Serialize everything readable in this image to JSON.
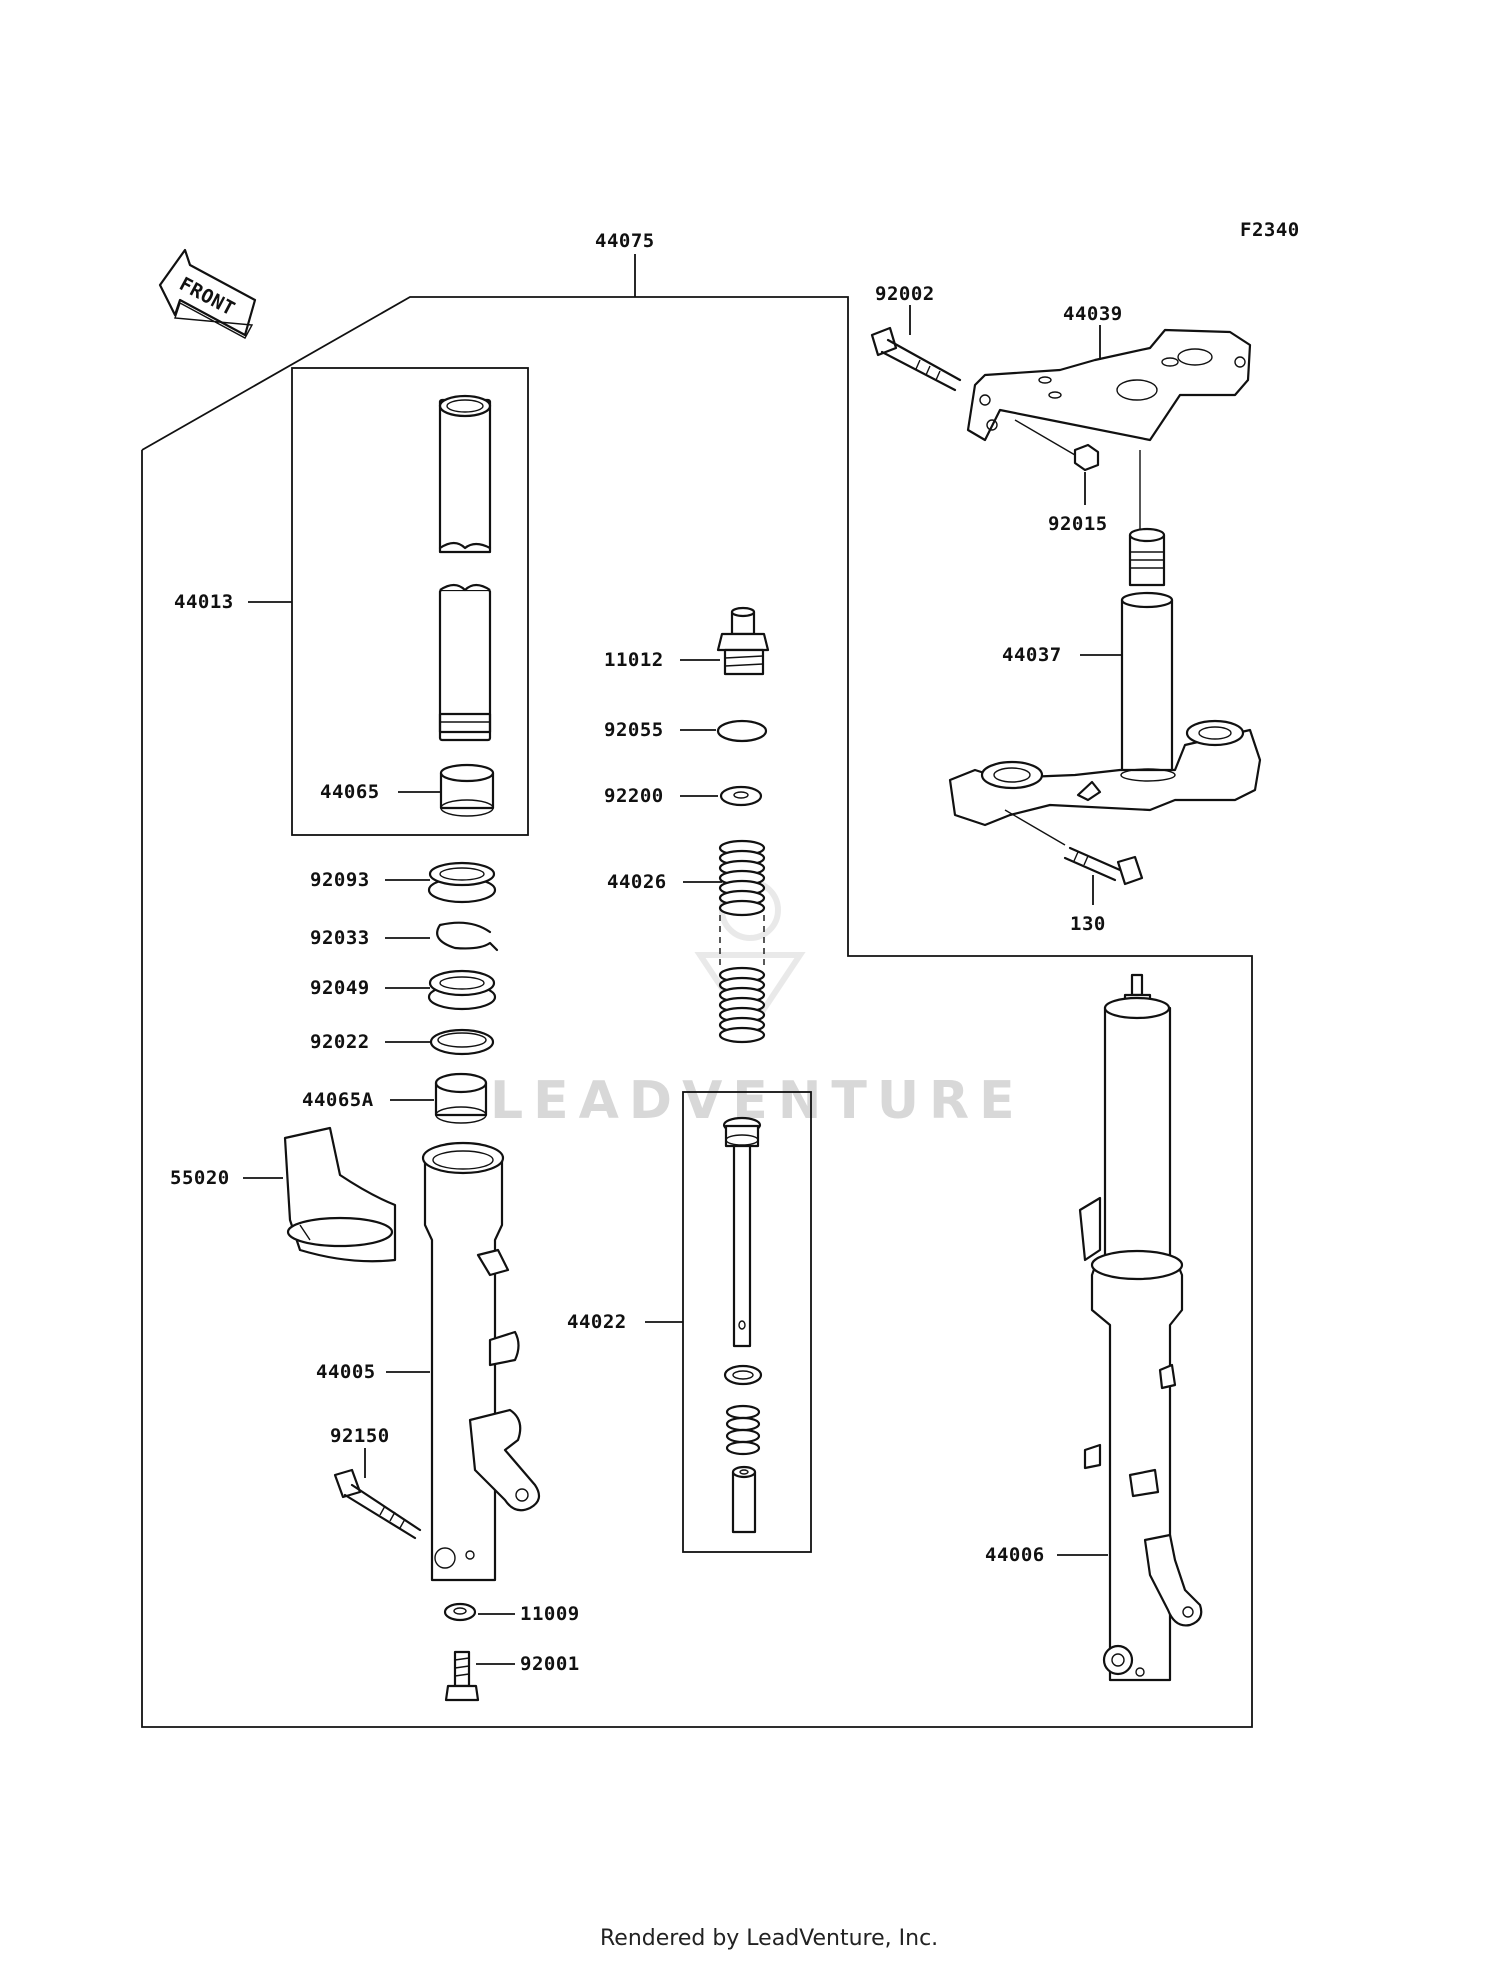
{
  "diagram_code": "F2340",
  "watermark": "LEADVENTURE",
  "footer": "Rendered by LeadVenture, Inc.",
  "front_arrow_label": "FRONT",
  "part_labels": {
    "p44075": "44075",
    "p92002": "92002",
    "p44039": "44039",
    "p92015": "92015",
    "p44037": "44037",
    "p130": "130",
    "p44013": "44013",
    "p44065": "44065",
    "p11012": "11012",
    "p92055": "92055",
    "p92200": "92200",
    "p44026": "44026",
    "p92093": "92093",
    "p92033": "92033",
    "p92049": "92049",
    "p92022": "92022",
    "p44065A": "44065A",
    "p55020": "55020",
    "p44022": "44022",
    "p44005": "44005",
    "p92150": "92150",
    "p11009": "11009",
    "p92001": "92001",
    "p44006": "44006"
  }
}
